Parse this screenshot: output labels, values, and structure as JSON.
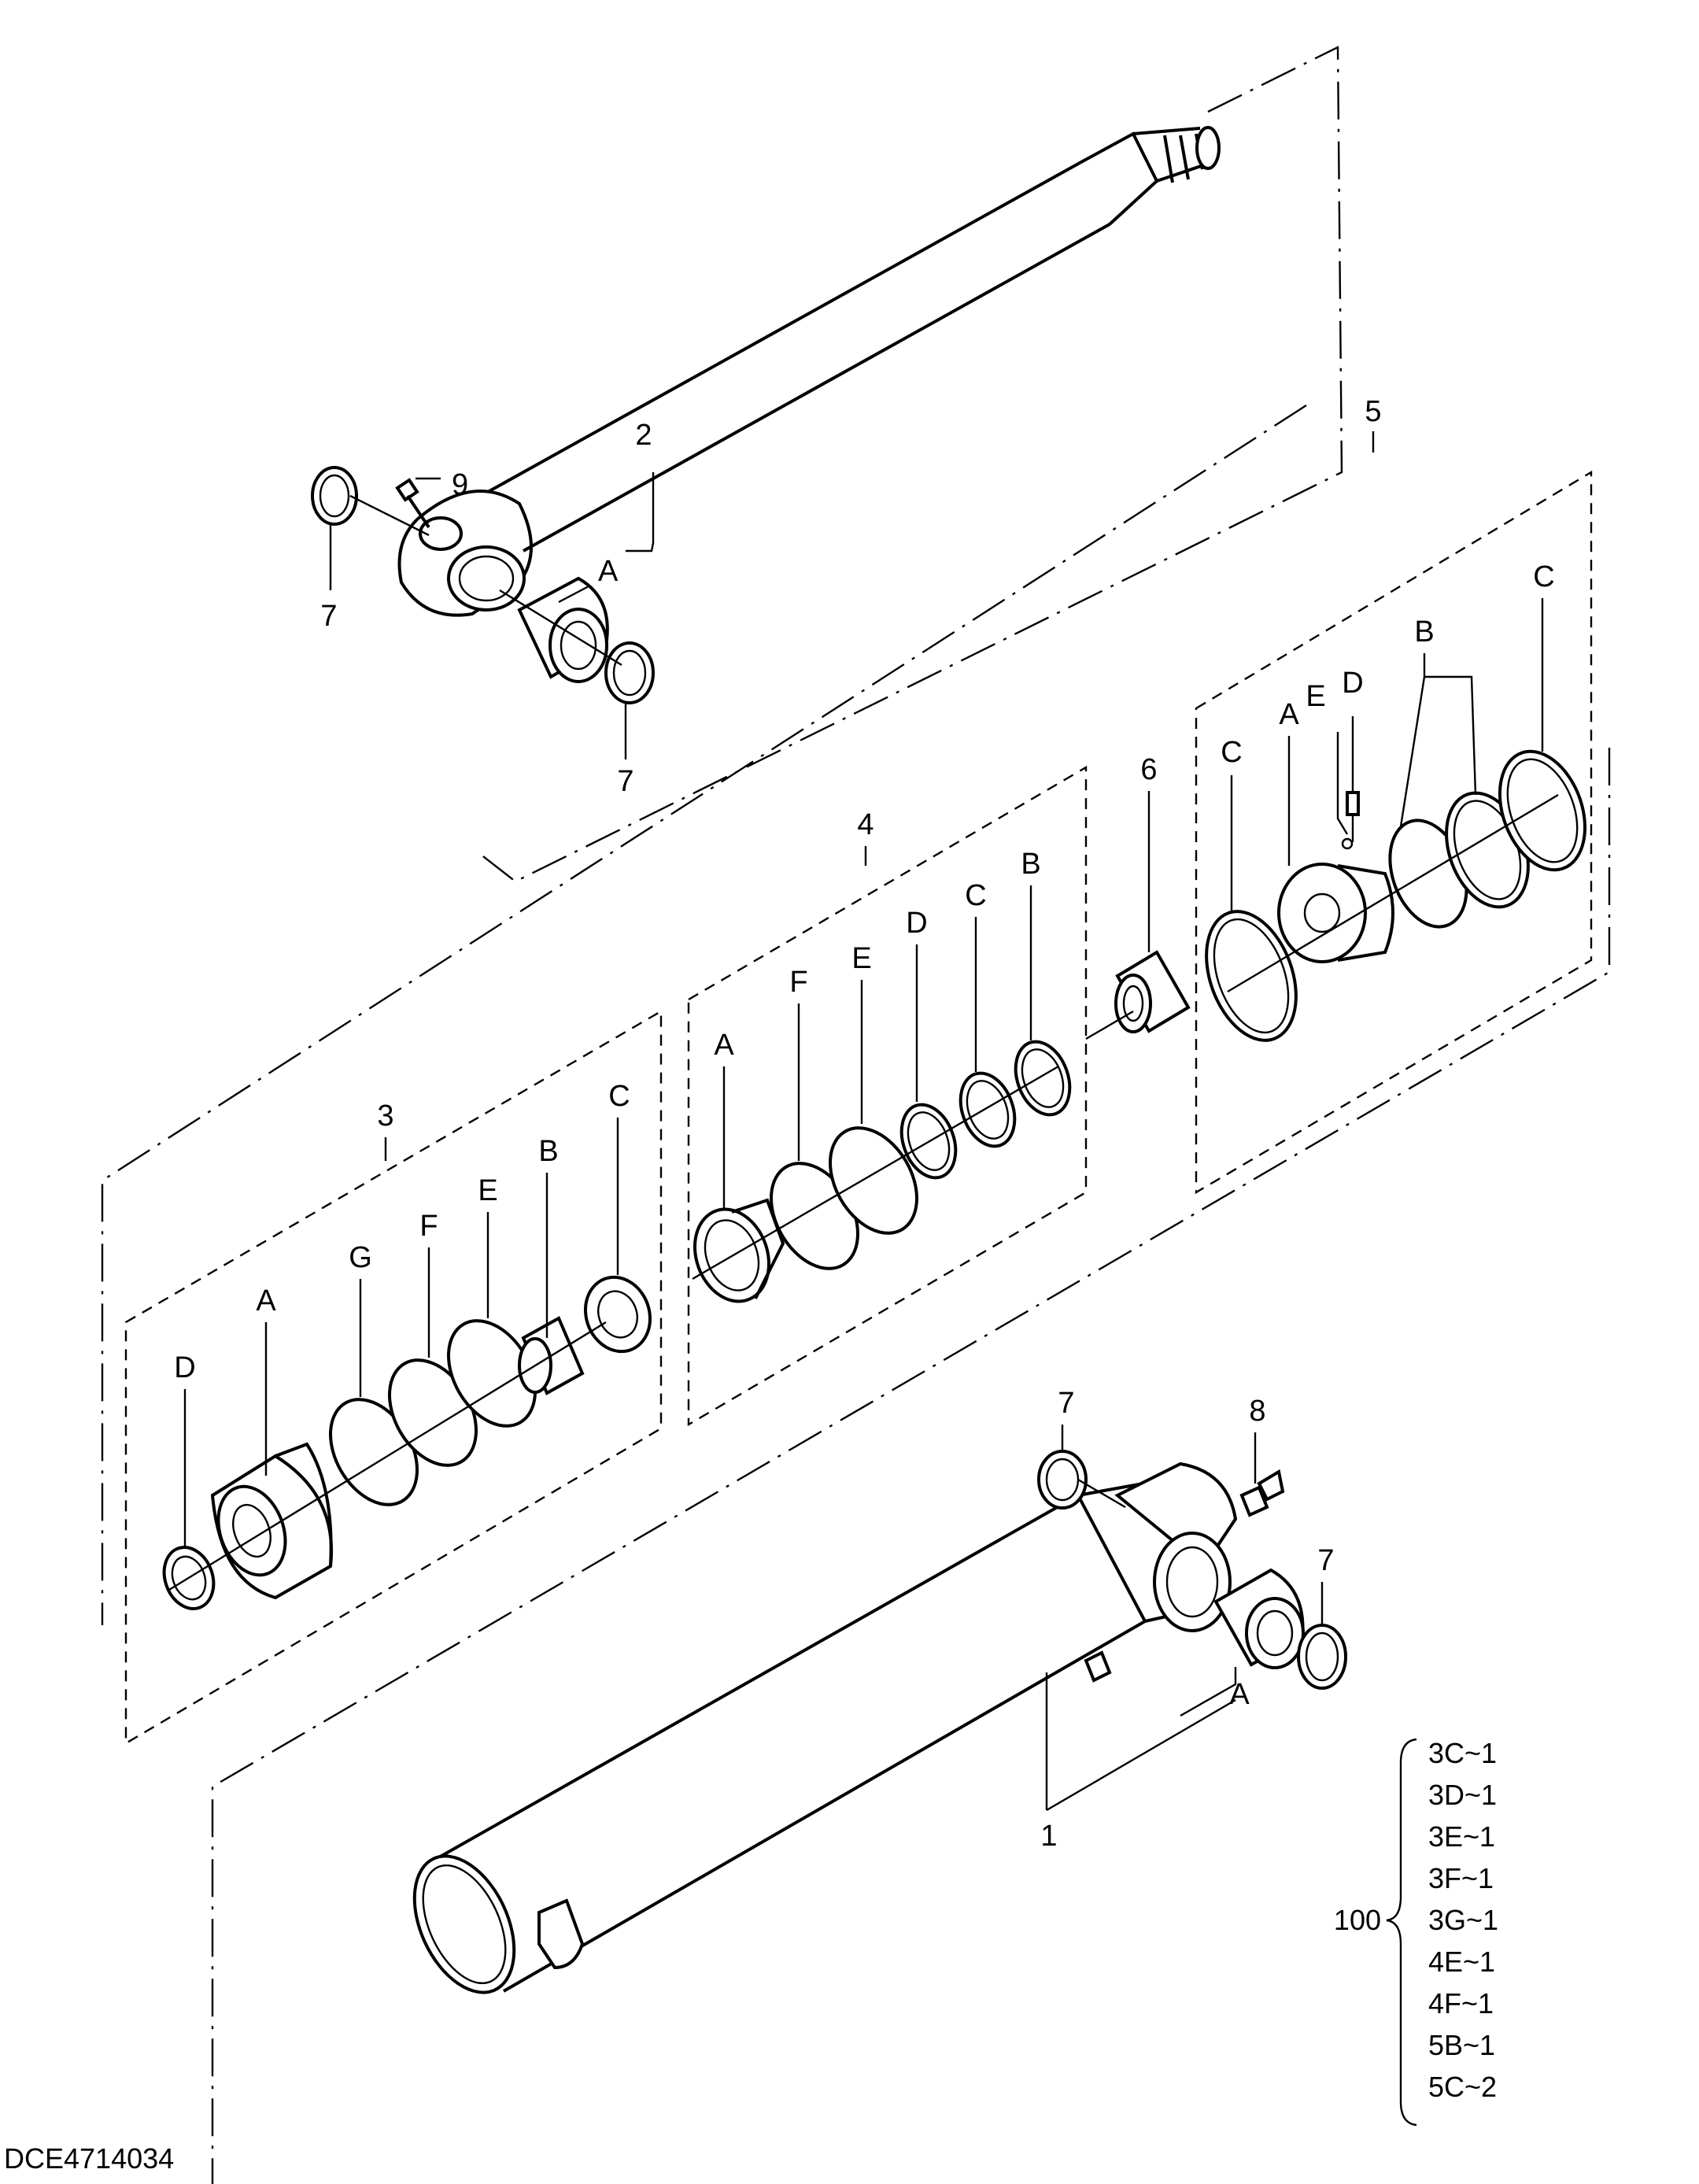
{
  "diagram_id": "DCE4714034",
  "labels": {
    "rod": "2",
    "grease_rod": "9",
    "bush_rod": "A",
    "ring_rod_left": "7",
    "ring_rod_right": "7",
    "tube": "1",
    "bush_tube": "A",
    "grease_tube": "8",
    "ring_tube_left": "7",
    "ring_tube_right": "7",
    "spacer": "6",
    "kit3": {
      "num": "3",
      "A": "A",
      "B": "B",
      "C": "C",
      "D": "D",
      "E": "E",
      "F": "F",
      "G": "G"
    },
    "kit4": {
      "num": "4",
      "A": "A",
      "B": "B",
      "C": "C",
      "D": "D",
      "E": "E",
      "F": "F"
    },
    "kit5": {
      "num": "5",
      "A": "A",
      "B": "B",
      "C": "C",
      "C2": "C",
      "D": "D",
      "E": "E"
    }
  },
  "seal_kit": {
    "number": "100",
    "items": [
      "3C~1",
      "3D~1",
      "3E~1",
      "3F~1",
      "3G~1",
      "4E~1",
      "4F~1",
      "5B~1",
      "5C~2"
    ]
  }
}
